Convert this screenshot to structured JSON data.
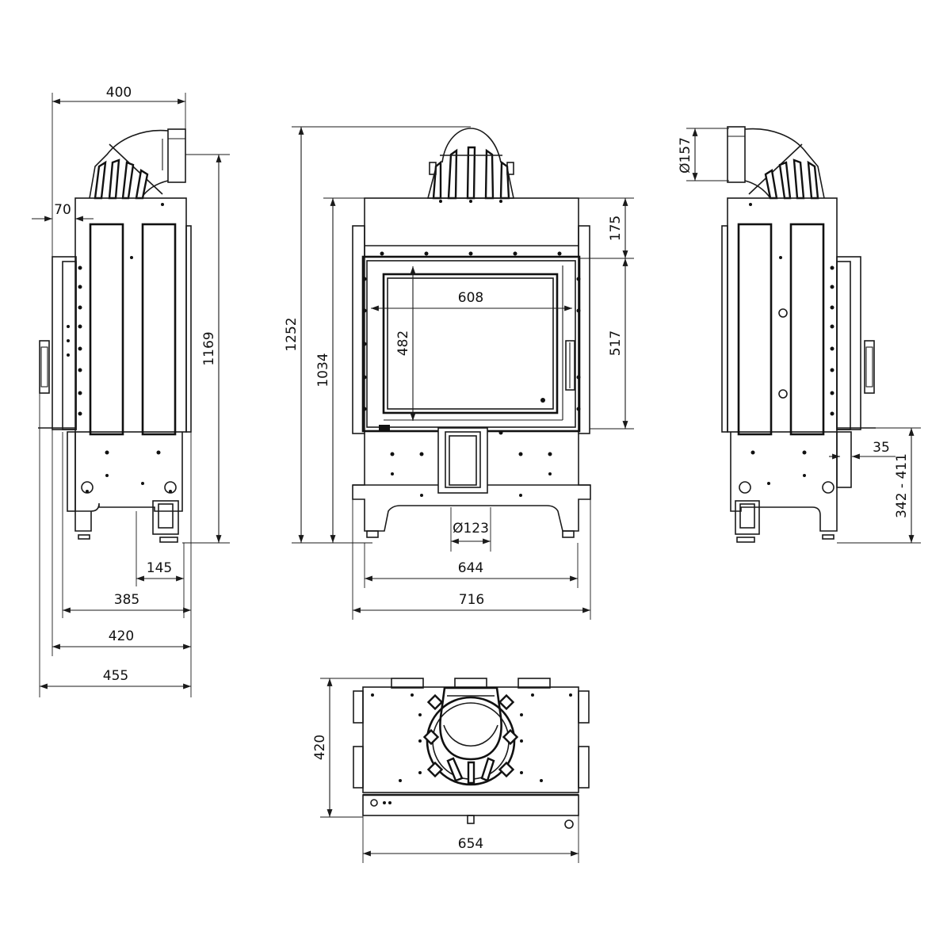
{
  "drawing": {
    "side_left": {
      "width_top": "400",
      "offset": "70",
      "height": "1169",
      "foot_gap": "145",
      "depth_385": "385",
      "depth_420": "420",
      "depth_455": "455"
    },
    "front": {
      "total_height": "1252",
      "height": "1034",
      "glass_width": "608",
      "glass_height": "482",
      "top_band": "175",
      "door_height": "517",
      "flue_diameter": "Ø123",
      "body_width": "644",
      "overall_width": "716"
    },
    "side_right": {
      "flue_diameter": "Ø157",
      "offset": "35",
      "height_range": "342 - 411"
    },
    "top": {
      "depth": "420",
      "width": "654"
    }
  }
}
